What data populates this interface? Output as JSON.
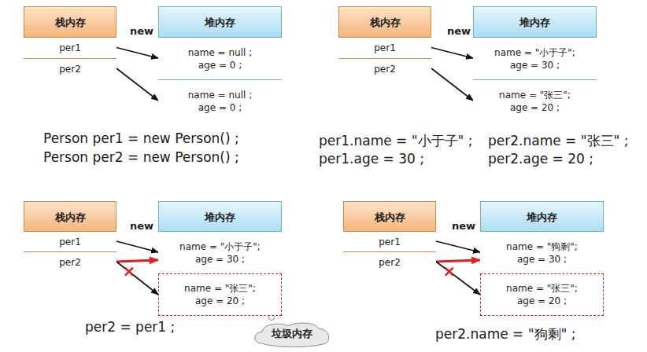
{
  "diagram": {
    "nodes": [
      {
        "text": [
          "栈内存"
        ]
      },
      {
        "text": [
          "per1"
        ],
        "in": 0
      },
      {
        "text": [
          "per2"
        ],
        "in": 0
      },
      {
        "text": [
          "堆内存"
        ]
      },
      {
        "text": [
          "name = null ;",
          "age = 0 ;"
        ],
        "in": 3
      },
      {
        "text": [
          "name = null ;",
          "age = 0 ;"
        ],
        "in": 3
      },
      {
        "text": [
          "栈内存"
        ]
      },
      {
        "text": [
          "per1"
        ],
        "in": 6
      },
      {
        "text": [
          "per2"
        ],
        "in": 6
      },
      {
        "text": [
          "堆内存"
        ]
      },
      {
        "text": [
          "name = \"小于子\";",
          "age = 30 ;"
        ],
        "in": 9
      },
      {
        "text": [
          "name = \"张三\";",
          "age = 20 ;"
        ],
        "in": 9
      },
      {
        "text": [
          "栈内存"
        ]
      },
      {
        "text": [
          "per1"
        ],
        "in": 12
      },
      {
        "text": [
          "per2"
        ],
        "in": 12
      },
      {
        "text": [
          "堆内存"
        ]
      },
      {
        "text": [
          "name = \"小于子\";",
          "age = 30 ;"
        ],
        "in": 15
      },
      {
        "text": [
          "name = \"张三\";",
          "age = 20 ;"
        ],
        "in": 15
      },
      {
        "text": [
          "栈内存"
        ]
      },
      {
        "text": [
          "per1"
        ],
        "in": 18
      },
      {
        "text": [
          "per2"
        ],
        "in": 18
      },
      {
        "text": [
          "堆内存"
        ]
      },
      {
        "text": [
          "name = \"狗剩\";",
          "age = 30 ;"
        ],
        "in": 21
      },
      {
        "text": [
          "name = \"张三\";",
          "age = 20 ;"
        ],
        "in": 21
      },
      {
        "text": [
          "垃圾内存"
        ]
      }
    ],
    "edges": [
      {
        "from": 1,
        "to": 4,
        "arrow": "to"
      },
      {
        "from": 2,
        "to": 5,
        "arrow": "to"
      },
      {
        "from": 7,
        "to": 10,
        "arrow": "to"
      },
      {
        "from": 8,
        "to": 11,
        "arrow": "to"
      },
      {
        "from": 13,
        "to": 16,
        "arrow": "to"
      },
      {
        "from": 14,
        "to": 16,
        "arrow": "to"
      },
      {
        "from": 14,
        "to": 17,
        "arrow": "to"
      },
      {
        "from": 19,
        "to": 22,
        "arrow": "to"
      },
      {
        "from": 20,
        "to": 22,
        "arrow": "to"
      },
      {
        "from": 20,
        "to": 23,
        "arrow": "to"
      }
    ],
    "labels": [
      "new",
      "Person per1 = new Person() ;",
      "Person per2 = new Person() ;",
      "new",
      "per1.name = \"小于子\" ;",
      "per2.name = \"张三\" ;",
      "per1.age = 30 ;",
      "per2.age = 20 ;",
      "new",
      "per2 = per1 ;",
      "new",
      "per2.name = \"狗剩\" ;"
    ]
  }
}
